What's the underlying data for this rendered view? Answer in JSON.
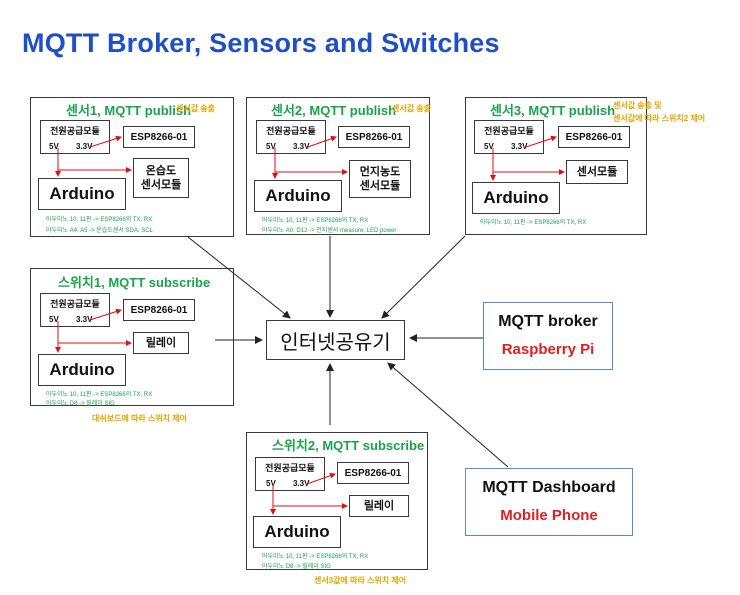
{
  "title": "MQTT Broker, Sensors and Switches",
  "hub": "인터넷공유기",
  "broker": {
    "name": "MQTT broker",
    "device": "Raspberry Pi"
  },
  "dashboard": {
    "name": "MQTT Dashboard",
    "device": "Mobile Phone"
  },
  "common": {
    "power": "전원공급모듈",
    "esp": "ESP8266-01",
    "arduino": "Arduino",
    "v5": "5V",
    "v33": "3.3V"
  },
  "sensor1": {
    "title": "센서1, MQTT publish",
    "note": "센서값 송출",
    "module": "온습도\n센서모듈",
    "detail1": "아두이노 10, 11핀 -> ESP8266의 TX, RX",
    "detail2": "아두이노 A4, A5 -> 온습도센서 SDA, SCL"
  },
  "sensor2": {
    "title": "센서2, MQTT publish",
    "note": "센서값 송출",
    "module": "먼지농도\n센서모듈",
    "detail1": "아두이노 10, 11핀 -> ESP8266의 TX, RX",
    "detail2": "아두이노 A0, D12 -> 먼지센서 measure, LED power"
  },
  "sensor3": {
    "title": "센서3, MQTT publish",
    "note1": "센서값 송출 및",
    "note2": "센서값에 따라 스위치2 제어",
    "module": "센서모듈",
    "detail1": "아두이노 10, 11핀 -> ESP8266의 TX, RX"
  },
  "switch1": {
    "title": "스위치1, MQTT subscribe",
    "module": "릴레이",
    "note": "대쉬보드에 따라 스위치 제어",
    "detail1": "아두이노 10, 11핀 -> ESP8266의 TX, RX",
    "detail2": "아두이노 D8 -> 릴레이 SIG"
  },
  "switch2": {
    "title": "스위치2, MQTT subscribe",
    "module": "릴레이",
    "note": "센서3값에 따라 스위치 제어",
    "detail1": "아두이노 10, 11핀 -> ESP8266의 TX, RX",
    "detail2": "아두이노 D8 -> 릴레이 SIG"
  }
}
